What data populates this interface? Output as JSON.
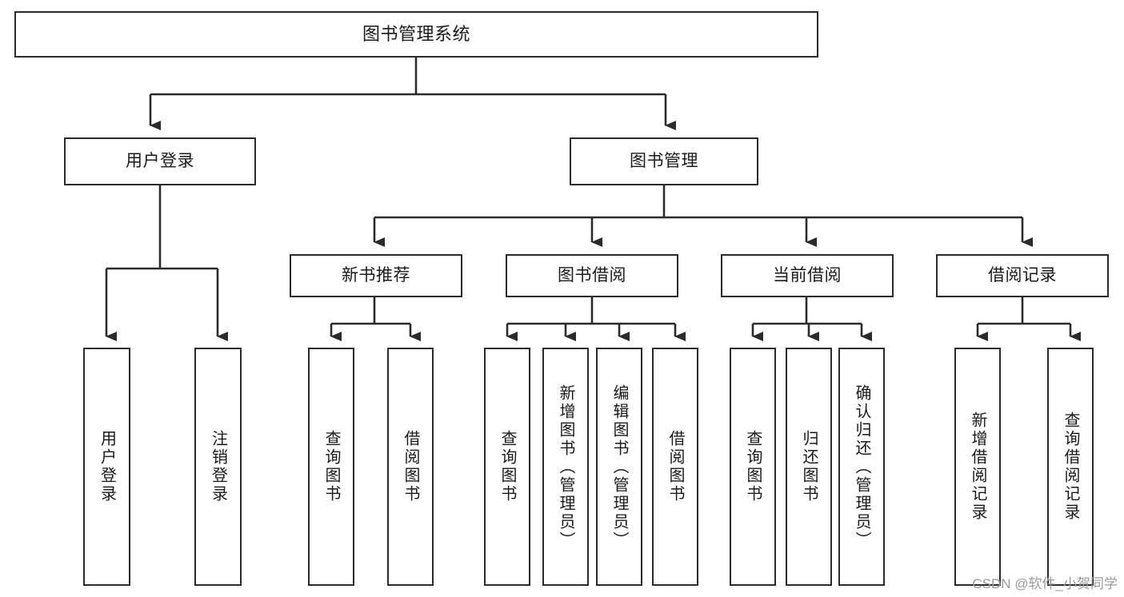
{
  "diagram": {
    "type": "tree",
    "title": "图书管理系统",
    "root": {
      "label": "图书管理系统"
    },
    "level1": [
      {
        "id": "user-login",
        "label": "用户登录"
      },
      {
        "id": "book-manage",
        "label": "图书管理"
      }
    ],
    "level2": [
      {
        "id": "new-book-recommend",
        "label": "新书推荐",
        "parent": "book-manage"
      },
      {
        "id": "book-borrow",
        "label": "图书借阅",
        "parent": "book-manage"
      },
      {
        "id": "current-borrow",
        "label": "当前借阅",
        "parent": "book-manage"
      },
      {
        "id": "borrow-record",
        "label": "借阅记录",
        "parent": "book-manage"
      }
    ],
    "leaves": [
      {
        "id": "leaf-user-login",
        "label": "用户登录",
        "parent": "user-login"
      },
      {
        "id": "leaf-logout-login",
        "label": "注销登录",
        "parent": "user-login"
      },
      {
        "id": "leaf-query-book-1",
        "label": "查询图书",
        "parent": "new-book-recommend"
      },
      {
        "id": "leaf-borrow-book-1",
        "label": "借阅图书",
        "parent": "new-book-recommend"
      },
      {
        "id": "leaf-query-book-2",
        "label": "查询图书",
        "parent": "book-borrow"
      },
      {
        "id": "leaf-add-book",
        "label": "新增图书（管理员）",
        "parent": "book-borrow"
      },
      {
        "id": "leaf-edit-book",
        "label": "编辑图书（管理员）",
        "parent": "book-borrow"
      },
      {
        "id": "leaf-borrow-book-2",
        "label": "借阅图书",
        "parent": "book-borrow"
      },
      {
        "id": "leaf-query-book-3",
        "label": "查询图书",
        "parent": "current-borrow"
      },
      {
        "id": "leaf-return-book",
        "label": "归还图书",
        "parent": "current-borrow"
      },
      {
        "id": "leaf-confirm-return",
        "label": "确认归还（管理员）",
        "parent": "current-borrow"
      },
      {
        "id": "leaf-add-record",
        "label": "新增借阅记录",
        "parent": "borrow-record"
      },
      {
        "id": "leaf-query-record",
        "label": "查询借阅记录",
        "parent": "borrow-record"
      }
    ],
    "colors": {
      "stroke": "#2b2b2b",
      "fill": "#ffffff",
      "text": "#1a1a1a",
      "watermark": "#9a9a9a"
    }
  },
  "watermark": {
    "text": "CSDN @软件_小贺同学"
  }
}
